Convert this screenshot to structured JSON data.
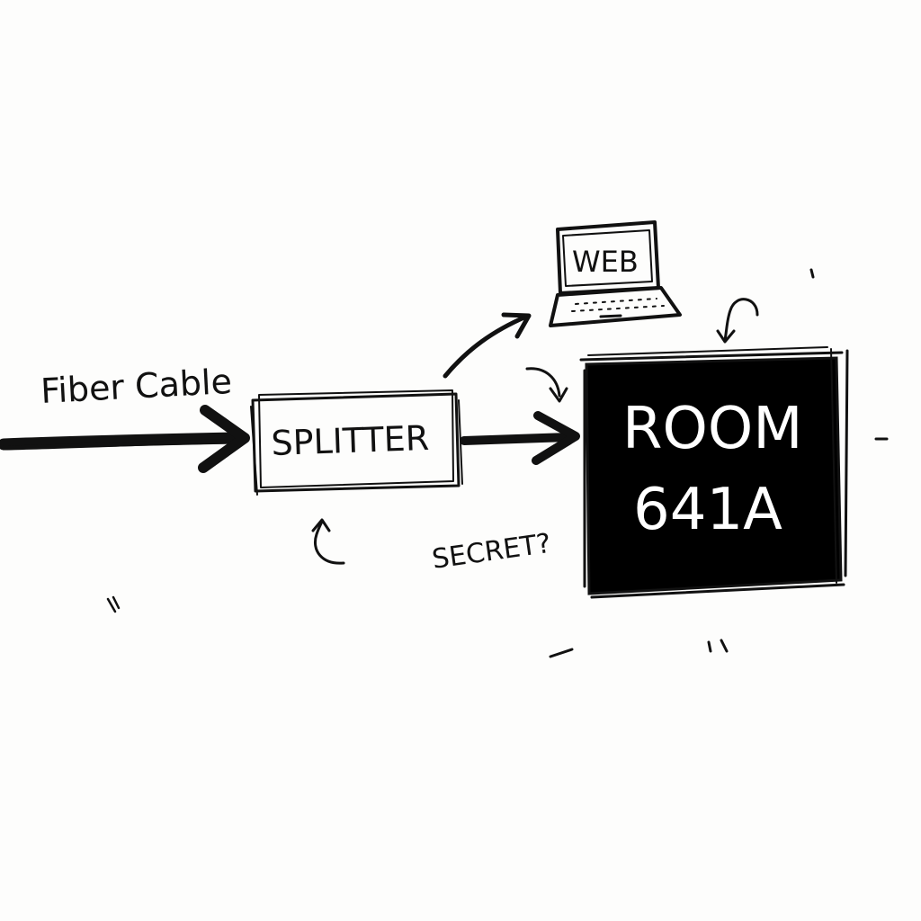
{
  "diagram": {
    "input_label": "Fiber Cable",
    "splitter_label": "SPLITTER",
    "web_label": "WEB",
    "room_label_line1": "ROOM",
    "room_label_line2": "641A",
    "annotation": "SECRET?"
  },
  "icons": {
    "laptop": "laptop-icon",
    "room_box": "black-box"
  },
  "colors": {
    "ink": "#111111",
    "paper": "#fdfdfc",
    "room_fill": "#000000",
    "room_text": "#ffffff"
  }
}
